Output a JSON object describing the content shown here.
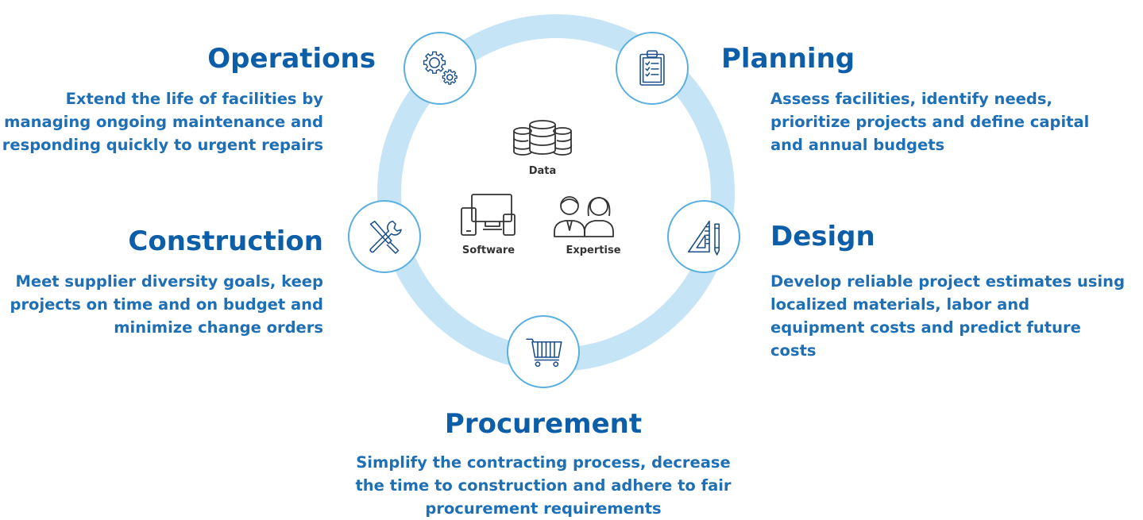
{
  "center": {
    "items": [
      {
        "label": "Data",
        "icon": "database-icon"
      },
      {
        "label": "Software",
        "icon": "devices-icon"
      },
      {
        "label": "Expertise",
        "icon": "people-icon"
      }
    ]
  },
  "phases": {
    "operations": {
      "title": "Operations",
      "desc": "Extend the life of facilities by managing ongoing maintenance and responding quickly to urgent repairs",
      "icon": "gears-icon"
    },
    "planning": {
      "title": "Planning",
      "desc": "Assess facilities, identify needs, prioritize projects and define capital and annual budgets",
      "icon": "clipboard-checklist-icon"
    },
    "construction": {
      "title": "Construction",
      "desc": "Meet supplier diversity goals, keep projects on time and on budget and minimize change orders",
      "icon": "tools-icon"
    },
    "design": {
      "title": "Design",
      "desc": "Develop reliable project estimates using localized materials, labor and equipment costs and predict future costs",
      "icon": "triangle-ruler-pencil-icon"
    },
    "procurement": {
      "title": "Procurement",
      "desc": "Simplify the contracting process, decrease the time to construction and adhere to fair procurement requirements",
      "icon": "shopping-cart-icon"
    }
  },
  "colors": {
    "ring": "#c5e4f6",
    "node_border": "#5aaee0",
    "title": "#0d5ea8",
    "description": "#1f6fb6",
    "center_text": "#333333"
  }
}
